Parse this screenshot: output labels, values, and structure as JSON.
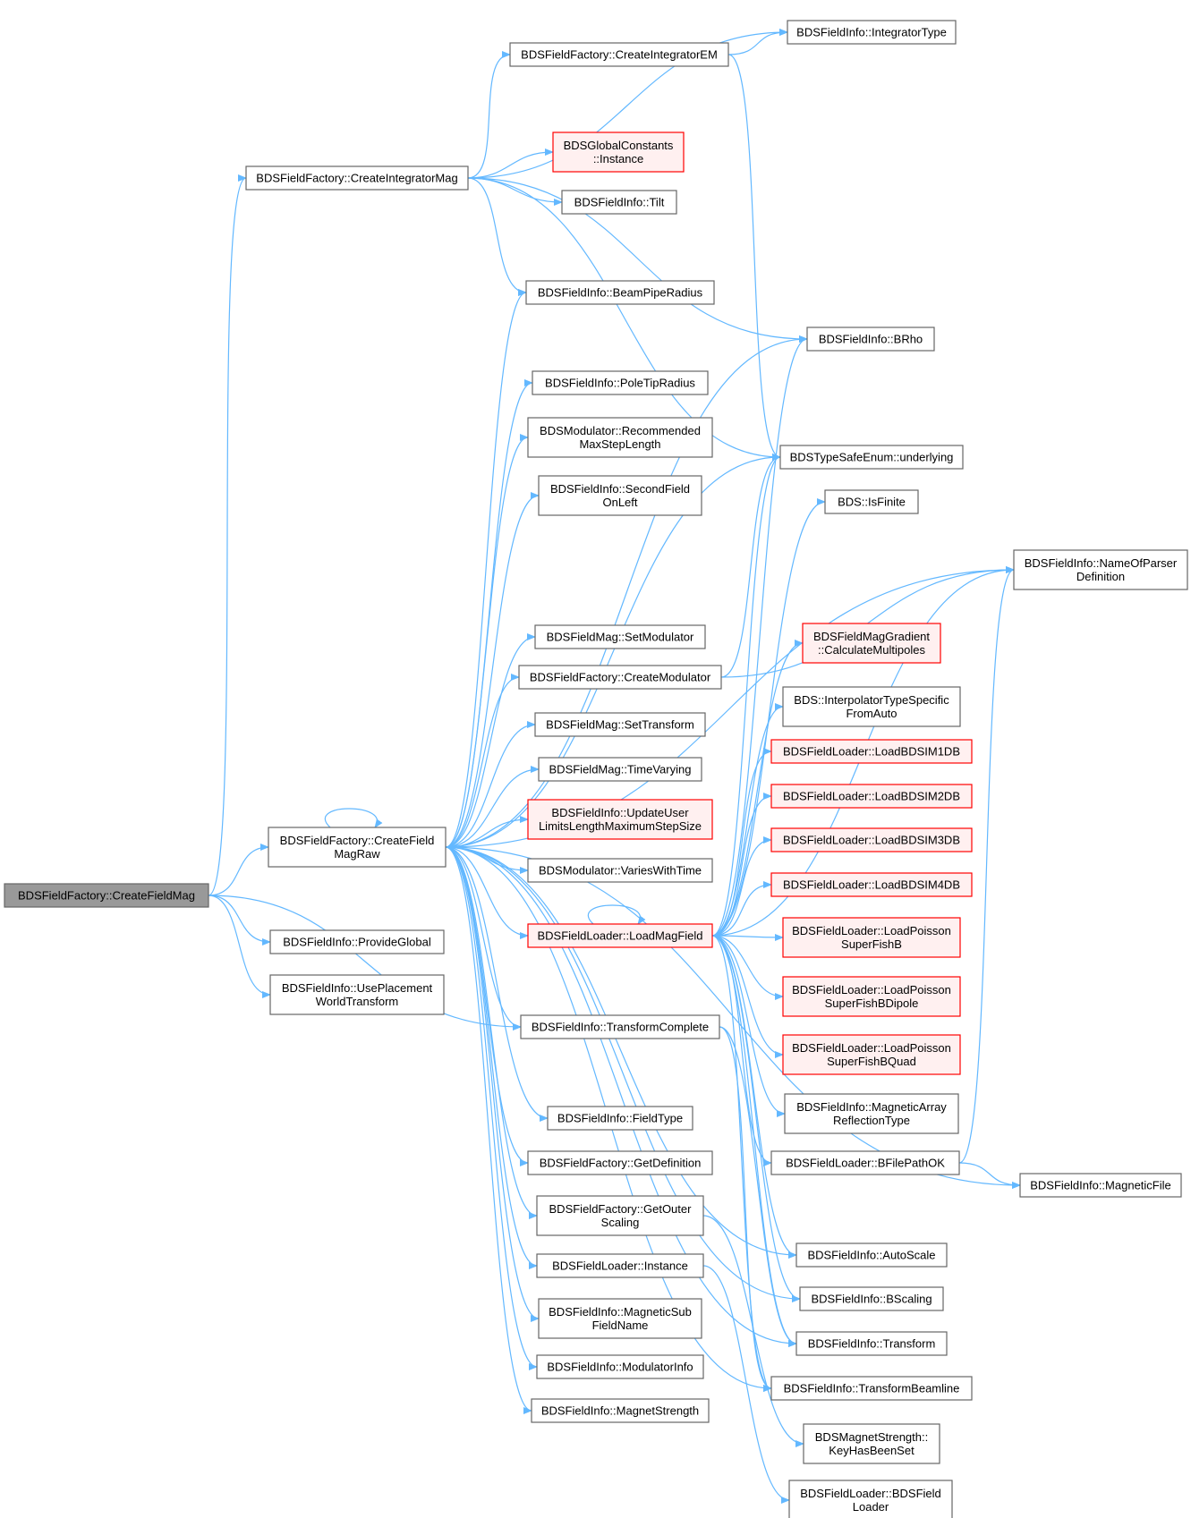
{
  "colors": {
    "edge": "#63b8ff",
    "node_border": "#666666",
    "node_fill": "#ffffff",
    "focus_fill": "#999999",
    "missing_border": "#ff0000",
    "missing_fill": "#fff0f0"
  },
  "nodes": [
    {
      "id": "focus",
      "style": "focus",
      "lines": [
        "BDSFieldFactory::CreateFieldMag"
      ]
    },
    {
      "id": "intmag",
      "style": "plain",
      "lines": [
        "BDSFieldFactory::CreateIntegratorMag"
      ]
    },
    {
      "id": "magraw",
      "style": "plain",
      "lines": [
        "BDSFieldFactory::CreateField",
        "MagRaw"
      ]
    },
    {
      "id": "provglobal",
      "style": "plain",
      "lines": [
        "BDSFieldInfo::ProvideGlobal"
      ]
    },
    {
      "id": "useplace",
      "style": "plain",
      "lines": [
        "BDSFieldInfo::UsePlacement",
        "WorldTransform"
      ]
    },
    {
      "id": "intem",
      "style": "plain",
      "lines": [
        "BDSFieldFactory::CreateIntegratorEM"
      ]
    },
    {
      "id": "inttype",
      "style": "plain",
      "lines": [
        "BDSFieldInfo::IntegratorType"
      ]
    },
    {
      "id": "globconst",
      "style": "red",
      "lines": [
        "BDSGlobalConstants",
        "::Instance"
      ]
    },
    {
      "id": "tilt",
      "style": "plain",
      "lines": [
        "BDSFieldInfo::Tilt"
      ]
    },
    {
      "id": "beampipe",
      "style": "plain",
      "lines": [
        "BDSFieldInfo::BeamPipeRadius"
      ]
    },
    {
      "id": "brho",
      "style": "plain",
      "lines": [
        "BDSFieldInfo::BRho"
      ]
    },
    {
      "id": "poletip",
      "style": "plain",
      "lines": [
        "BDSFieldInfo::PoleTipRadius"
      ]
    },
    {
      "id": "recmax",
      "style": "plain",
      "lines": [
        "BDSModulator::Recommended",
        "MaxStepLength"
      ]
    },
    {
      "id": "secondfield",
      "style": "plain",
      "lines": [
        "BDSFieldInfo::SecondField",
        "OnLeft"
      ]
    },
    {
      "id": "underlying",
      "style": "plain",
      "lines": [
        "BDSTypeSafeEnum::underlying"
      ]
    },
    {
      "id": "isfinite",
      "style": "plain",
      "lines": [
        "BDS::IsFinite"
      ]
    },
    {
      "id": "nameofparser",
      "style": "plain",
      "lines": [
        "BDSFieldInfo::NameOfParser",
        "Definition"
      ]
    },
    {
      "id": "setmod",
      "style": "plain",
      "lines": [
        "BDSFieldMag::SetModulator"
      ]
    },
    {
      "id": "createmod",
      "style": "plain",
      "lines": [
        "BDSFieldFactory::CreateModulator"
      ]
    },
    {
      "id": "calcmulti",
      "style": "red",
      "lines": [
        "BDSFieldMagGradient",
        "::CalculateMultipoles"
      ]
    },
    {
      "id": "settrans",
      "style": "plain",
      "lines": [
        "BDSFieldMag::SetTransform"
      ]
    },
    {
      "id": "interp",
      "style": "plain",
      "lines": [
        "BDS::InterpolatorTypeSpecific",
        "FromAuto"
      ]
    },
    {
      "id": "timevar",
      "style": "plain",
      "lines": [
        "BDSFieldMag::TimeVarying"
      ]
    },
    {
      "id": "load1d",
      "style": "red",
      "lines": [
        "BDSFieldLoader::LoadBDSIM1DB"
      ]
    },
    {
      "id": "updateuser",
      "style": "red",
      "lines": [
        "BDSFieldInfo::UpdateUser",
        "LimitsLengthMaximumStepSize"
      ]
    },
    {
      "id": "load2d",
      "style": "red",
      "lines": [
        "BDSFieldLoader::LoadBDSIM2DB"
      ]
    },
    {
      "id": "load3d",
      "style": "red",
      "lines": [
        "BDSFieldLoader::LoadBDSIM3DB"
      ]
    },
    {
      "id": "varies",
      "style": "plain",
      "lines": [
        "BDSModulator::VariesWithTime"
      ]
    },
    {
      "id": "load4d",
      "style": "red",
      "lines": [
        "BDSFieldLoader::LoadBDSIM4DB"
      ]
    },
    {
      "id": "loadmag",
      "style": "red",
      "lines": [
        "BDSFieldLoader::LoadMagField"
      ]
    },
    {
      "id": "poissonb",
      "style": "red",
      "lines": [
        "BDSFieldLoader::LoadPoisson",
        "SuperFishB"
      ]
    },
    {
      "id": "poissondip",
      "style": "red",
      "lines": [
        "BDSFieldLoader::LoadPoisson",
        "SuperFishBDipole"
      ]
    },
    {
      "id": "transcomp",
      "style": "plain",
      "lines": [
        "BDSFieldInfo::TransformComplete"
      ]
    },
    {
      "id": "poissonquad",
      "style": "red",
      "lines": [
        "BDSFieldLoader::LoadPoisson",
        "SuperFishBQuad"
      ]
    },
    {
      "id": "magarray",
      "style": "plain",
      "lines": [
        "BDSFieldInfo::MagneticArray",
        "ReflectionType"
      ]
    },
    {
      "id": "fieldtype",
      "style": "plain",
      "lines": [
        "BDSFieldInfo::FieldType"
      ]
    },
    {
      "id": "bfilepath",
      "style": "plain",
      "lines": [
        "BDSFieldLoader::BFilePathOK"
      ]
    },
    {
      "id": "getdef",
      "style": "plain",
      "lines": [
        "BDSFieldFactory::GetDefinition"
      ]
    },
    {
      "id": "magfile",
      "style": "plain",
      "lines": [
        "BDSFieldInfo::MagneticFile"
      ]
    },
    {
      "id": "getouter",
      "style": "plain",
      "lines": [
        "BDSFieldFactory::GetOuter",
        "Scaling"
      ]
    },
    {
      "id": "autoscale",
      "style": "plain",
      "lines": [
        "BDSFieldInfo::AutoScale"
      ]
    },
    {
      "id": "loaderinst",
      "style": "plain",
      "lines": [
        "BDSFieldLoader::Instance"
      ]
    },
    {
      "id": "bscaling",
      "style": "plain",
      "lines": [
        "BDSFieldInfo::BScaling"
      ]
    },
    {
      "id": "magsub",
      "style": "plain",
      "lines": [
        "BDSFieldInfo::MagneticSub",
        "FieldName"
      ]
    },
    {
      "id": "transform",
      "style": "plain",
      "lines": [
        "BDSFieldInfo::Transform"
      ]
    },
    {
      "id": "modinfo",
      "style": "plain",
      "lines": [
        "BDSFieldInfo::ModulatorInfo"
      ]
    },
    {
      "id": "transbeam",
      "style": "plain",
      "lines": [
        "BDSFieldInfo::TransformBeamline"
      ]
    },
    {
      "id": "magstrength",
      "style": "plain",
      "lines": [
        "BDSFieldInfo::MagnetStrength"
      ]
    },
    {
      "id": "keyhas",
      "style": "plain",
      "lines": [
        "BDSMagnetStrength::",
        "KeyHasBeenSet"
      ]
    },
    {
      "id": "loaderctor",
      "style": "plain",
      "lines": [
        "BDSFieldLoader::BDSField",
        "Loader"
      ]
    }
  ]
}
